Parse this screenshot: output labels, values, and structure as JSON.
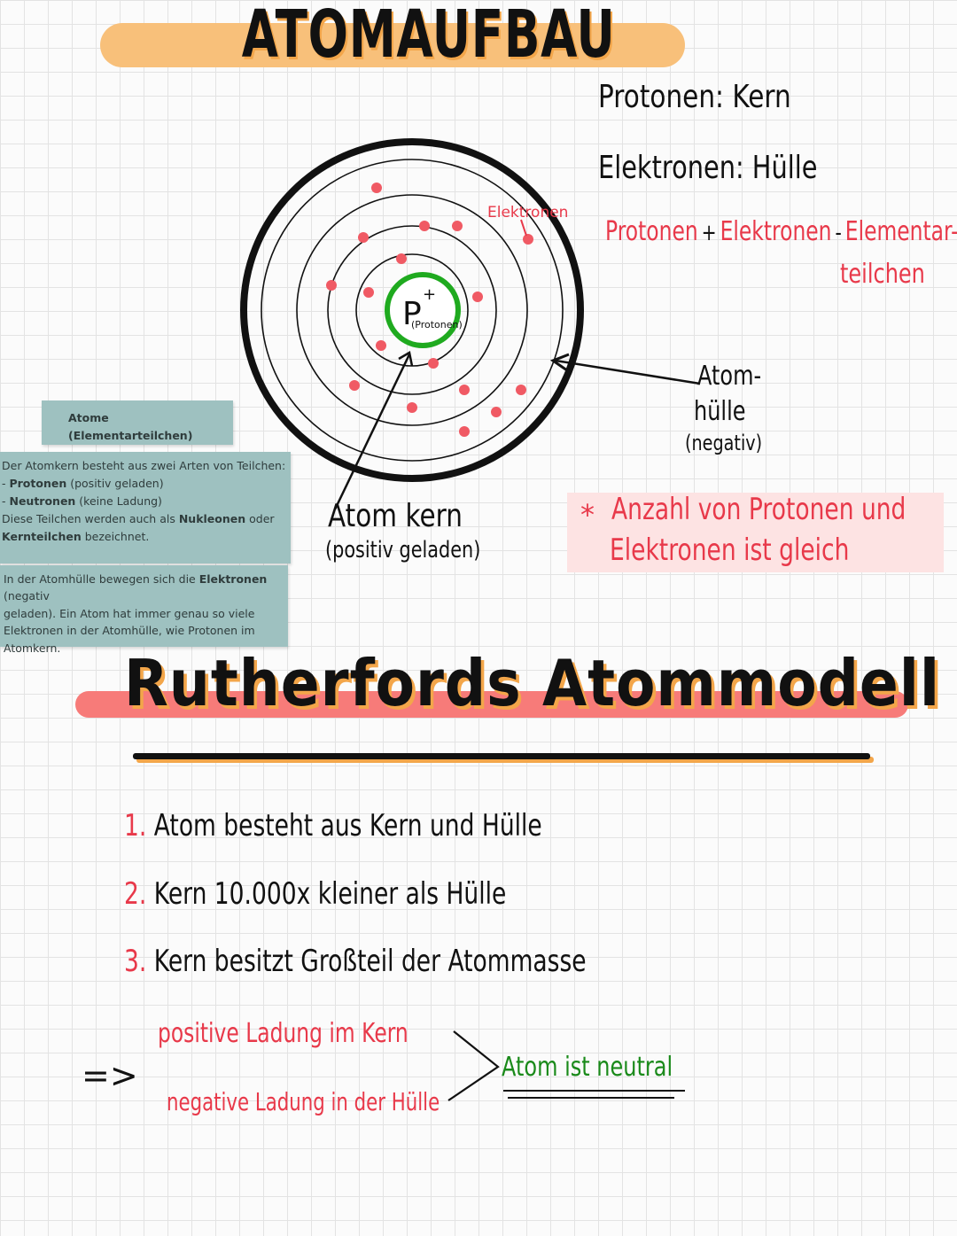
{
  "header": {
    "title": "ATOMAUFBAU"
  },
  "notes": {
    "protonen": "Protonen: Kern",
    "elektronen": "Elektronen: Hülle",
    "elementar_part1": "Protonen",
    "elementar_plus": "+",
    "elementar_part2": "Elektronen",
    "elementar_dash": "-",
    "elementar_part3": "Elementar-",
    "elementar_part4": "teilchen"
  },
  "diagram": {
    "nucleus_symbol": "P",
    "nucleus_charge": "+",
    "nucleus_sub": "(Protonen)",
    "electron_label": "Elektronen",
    "hull_label_1": "Atom-",
    "hull_label_2": "hülle",
    "hull_label_3": "(negativ)",
    "kern_label_1": "Atom kern",
    "kern_label_2": "(positiv geladen)",
    "colors": {
      "ring": "#111111",
      "nucleus": "#1faa1f",
      "electron": "#f05a64"
    }
  },
  "card": {
    "heading": "Atome (Elementarteilchen)",
    "line1": "Der Atomkern besteht aus zwei Arten von Teilchen:",
    "line2_prefix": "- ",
    "line2_bold": "Protonen",
    "line2_rest": " (positiv geladen)",
    "line3_prefix": "- ",
    "line3_bold": "Neutronen",
    "line3_rest": " (keine Ladung)",
    "line4_a": "Diese Teilchen werden auch als ",
    "line4_bold1": "Nukleonen",
    "line4_b": " oder",
    "line5_bold": "Kernteilchen",
    "line5_rest": " bezeichnet.",
    "p2_a": "In der Atomhülle bewegen sich die ",
    "p2_bold": "Elektronen",
    "p2_b": " (negativ",
    "p2_l2": "geladen). Ein Atom hat immer genau so viele",
    "p2_l3": "Elektronen in der Atomhülle, wie Protonen im",
    "p2_l4": "Atomkern."
  },
  "callout": {
    "star": "*",
    "line1": "Anzahl von Protonen und",
    "line2": "Elektronen ist gleich"
  },
  "section": {
    "title": "Rutherfords Atommodell"
  },
  "list": [
    {
      "num": "1.",
      "text": "Atom besteht aus Kern und Hülle"
    },
    {
      "num": "2.",
      "text": "Kern 10.000x kleiner als Hülle"
    },
    {
      "num": "3.",
      "text": "Kern besitzt Großteil der Atommasse"
    }
  ],
  "conclusion": {
    "arrow": "=>",
    "positive": "positive Ladung im Kern",
    "negative": "negative Ladung in der Hülle",
    "result": "Atom ist neutral"
  }
}
